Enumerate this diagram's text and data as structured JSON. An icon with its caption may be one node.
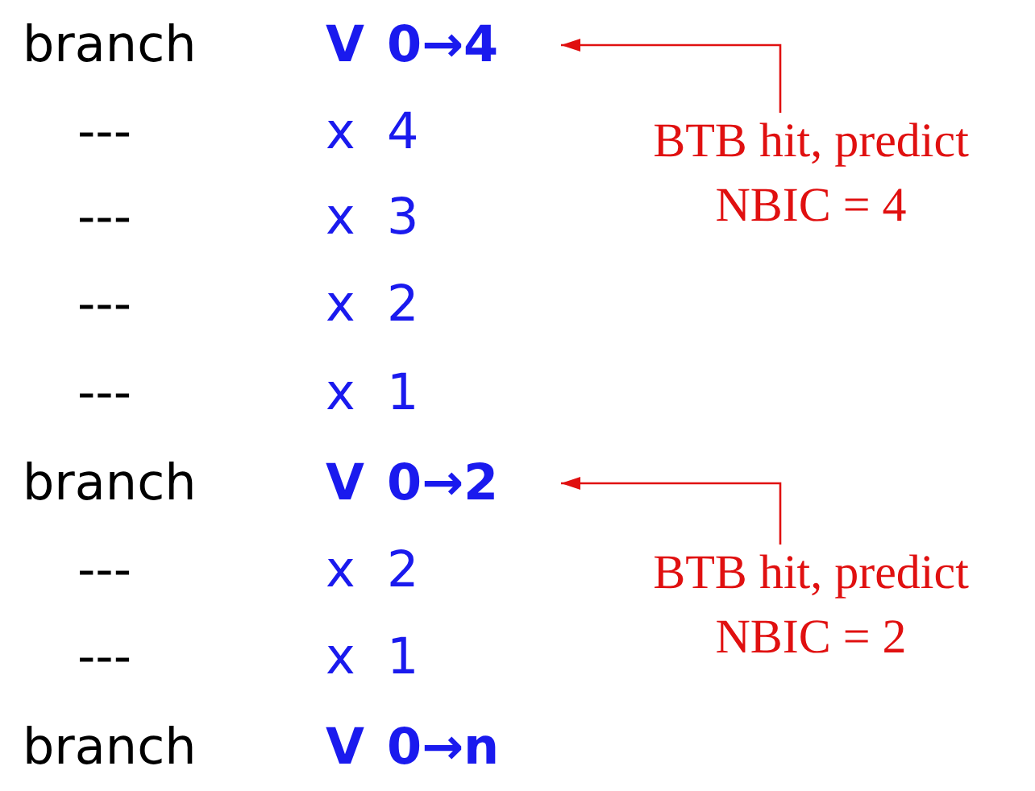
{
  "diagram": {
    "nodes": [
      {
        "text": [
          "0→4"
        ]
      },
      {
        "text": [
          "BTB hit, predict NBIC = 4"
        ]
      },
      {
        "text": [
          "0→2"
        ]
      },
      {
        "text": [
          "BTB hit, predict NBIC = 2"
        ]
      }
    ],
    "edges": [
      {
        "from": 1,
        "to": 0,
        "arrow": "to"
      },
      {
        "from": 3,
        "to": 2,
        "arrow": "to"
      }
    ],
    "labels": [
      "branch",
      "V",
      "---",
      "x",
      "4",
      "---",
      "x",
      "3",
      "---",
      "x",
      "2",
      "---",
      "x",
      "1",
      "branch",
      "V",
      "---",
      "x",
      "2",
      "---",
      "x",
      "1",
      "branch",
      "V",
      "0→n"
    ]
  }
}
